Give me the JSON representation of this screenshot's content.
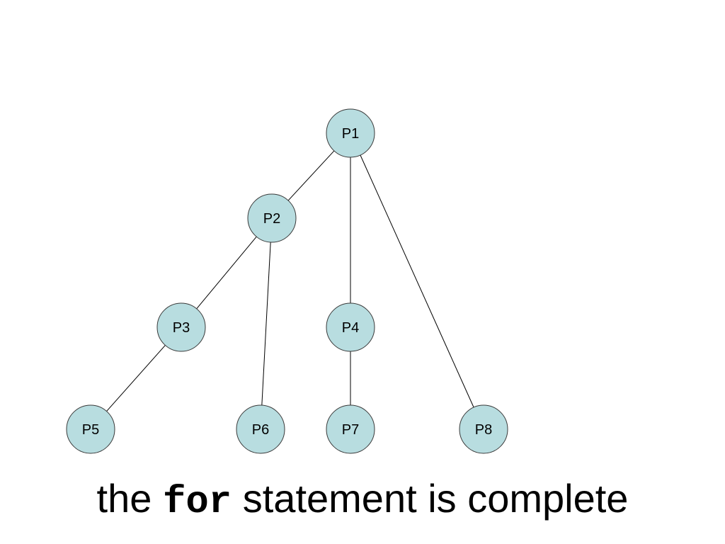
{
  "colors": {
    "node_fill": "#b8dde0",
    "node_stroke": "#3a3a3a",
    "edge": "#000000",
    "text": "#000000"
  },
  "tree": {
    "nodes": [
      {
        "id": "P1",
        "label": "P1"
      },
      {
        "id": "P2",
        "label": "P2"
      },
      {
        "id": "P3",
        "label": "P3"
      },
      {
        "id": "P4",
        "label": "P4"
      },
      {
        "id": "P5",
        "label": "P5"
      },
      {
        "id": "P6",
        "label": "P6"
      },
      {
        "id": "P7",
        "label": "P7"
      },
      {
        "id": "P8",
        "label": "P8"
      }
    ],
    "edges": [
      {
        "from": "P1",
        "to": "P2"
      },
      {
        "from": "P1",
        "to": "P4"
      },
      {
        "from": "P1",
        "to": "P8"
      },
      {
        "from": "P2",
        "to": "P3"
      },
      {
        "from": "P2",
        "to": "P6"
      },
      {
        "from": "P3",
        "to": "P5"
      },
      {
        "from": "P4",
        "to": "P7"
      }
    ]
  },
  "caption": {
    "before": "the",
    "keyword": "for",
    "after": "statement is complete"
  }
}
